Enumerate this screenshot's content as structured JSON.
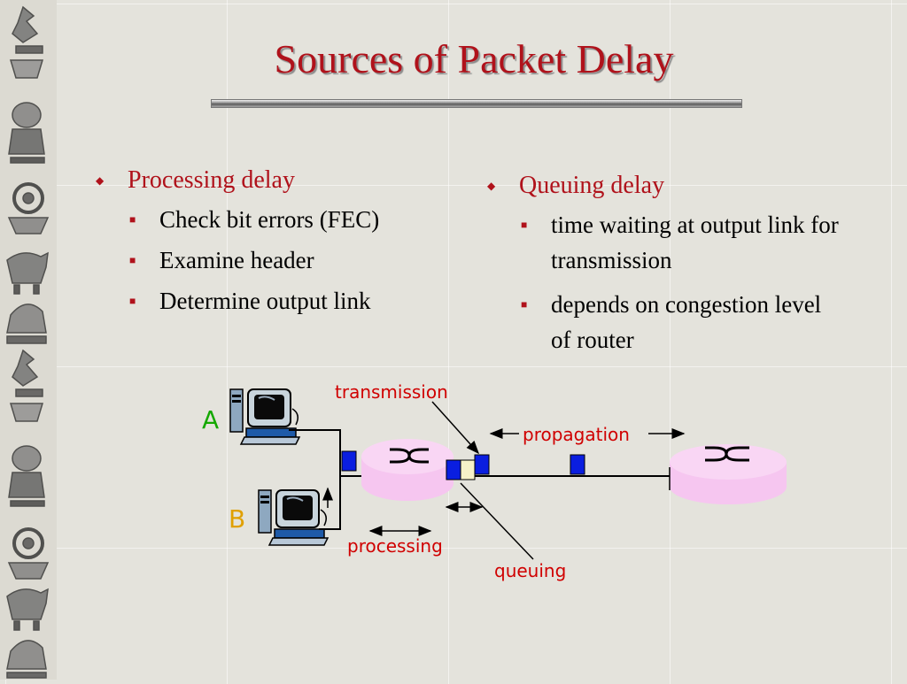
{
  "slide": {
    "title": "Sources of Packet Delay",
    "left_column": {
      "heading": "Processing delay",
      "items": [
        "Check bit errors (FEC)",
        "Examine header",
        "Determine output link"
      ]
    },
    "right_column": {
      "heading": "Queuing delay",
      "items": [
        "time waiting at output link for transmission",
        "depends on congestion level of router"
      ]
    }
  },
  "diagram": {
    "labels": {
      "transmission": "transmission",
      "propagation": "propagation",
      "processing": "processing",
      "queuing": "queuing"
    },
    "hosts": {
      "a": "A",
      "b": "B"
    },
    "icons": [
      "computer-icon",
      "router-icon",
      "packet-icon",
      "bullet-diamond",
      "bullet-square"
    ],
    "colors": {
      "title": "#b0121b",
      "label_red": "#d00000",
      "host_a": "#14a800",
      "host_b": "#e0a000",
      "router_fill": "#f6c6f0",
      "packet_blue": "#0a1ee0"
    }
  }
}
